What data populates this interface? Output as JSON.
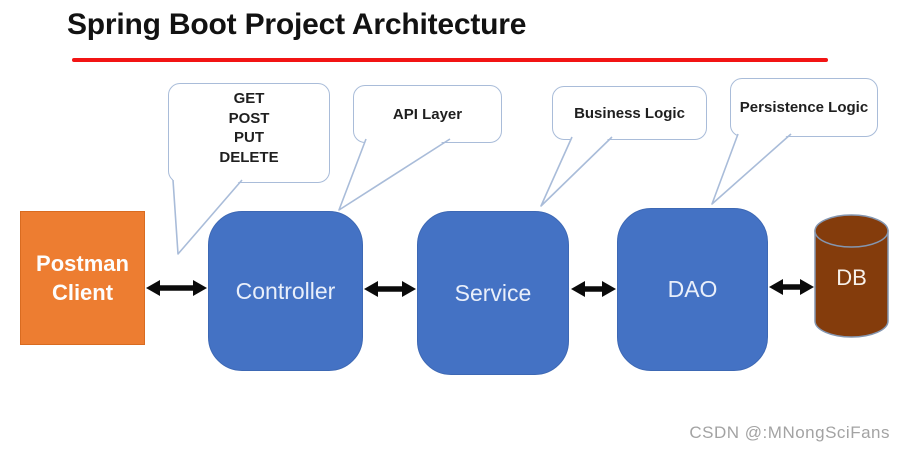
{
  "title": {
    "text": "Spring Boot Project Architecture"
  },
  "callouts": {
    "http_methods": {
      "lines": [
        "GET",
        "POST",
        "PUT",
        "DELETE"
      ],
      "points_to": "gap between Postman Client and Controller"
    },
    "api_layer": {
      "label": "API Layer",
      "points_to": "Controller"
    },
    "business_logic": {
      "label": "Business Logic",
      "points_to": "Service"
    },
    "persistence_logic": {
      "label": "Persistence Logic",
      "points_to": "DAO"
    }
  },
  "nodes": {
    "postman": {
      "lines": [
        "Postman",
        "Client"
      ],
      "shape": "rectangle",
      "color": "#ED7D31"
    },
    "controller": {
      "label": "Controller",
      "shape": "rounded-rectangle",
      "color": "#4472C4"
    },
    "service": {
      "label": "Service",
      "shape": "rounded-rectangle",
      "color": "#4472C4"
    },
    "dao": {
      "label": "DAO",
      "shape": "rounded-rectangle",
      "color": "#4472C4"
    },
    "db": {
      "label": "DB",
      "shape": "cylinder",
      "color": "#843C0C"
    }
  },
  "connections": [
    {
      "from": "postman",
      "to": "controller",
      "type": "double-arrow"
    },
    {
      "from": "controller",
      "to": "service",
      "type": "double-arrow"
    },
    {
      "from": "service",
      "to": "dao",
      "type": "double-arrow"
    },
    {
      "from": "dao",
      "to": "db",
      "type": "double-arrow"
    }
  ],
  "watermark": {
    "text": "CSDN @:MNongSciFans"
  },
  "colors": {
    "accent_blue": "#4472C4",
    "accent_orange": "#ED7D31",
    "db_brown": "#843C0C",
    "underline_red": "#F21414",
    "callout_border": "#A9BCD9",
    "cylinder_outline": "#8496B0",
    "arrow_black": "#0B0B0B",
    "watermark_gray": "#A3A3A3"
  }
}
